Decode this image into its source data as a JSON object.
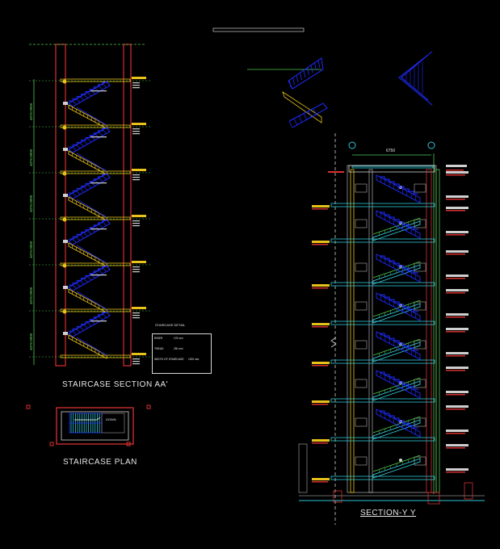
{
  "titles": {
    "section_aa": "STAIRCASE SECTION AA'",
    "plan": "STAIRCASE PLAN",
    "section_yy": "SECTION-Y Y"
  },
  "plan": {
    "down_label": "DOWN"
  },
  "detail_table": {
    "title": "STAIRCASE DETAIL",
    "rows": [
      {
        "key": "RISER",
        "value": "175 mm"
      },
      {
        "key": "TREAD",
        "value": "250 mm"
      },
      {
        "key": "WIDTH OF STAIRCASE",
        "value": "1200 mm"
      }
    ]
  },
  "section_yy": {
    "overall_dimension": "6750"
  },
  "section_aa": {
    "level_dims": [
      "4075.0000",
      "4075.0000",
      "4075.0000",
      "4075.0000",
      "4075.0000",
      "4075.0000"
    ]
  },
  "colors": {
    "background": "#000000",
    "column_red": "#d83030",
    "stair_blue": "#1e2cff",
    "slab_yellow": "#e8c21a",
    "dimension_green": "#4fc84f",
    "text_white": "#e6e6e6",
    "cyan": "#30c8d8"
  }
}
